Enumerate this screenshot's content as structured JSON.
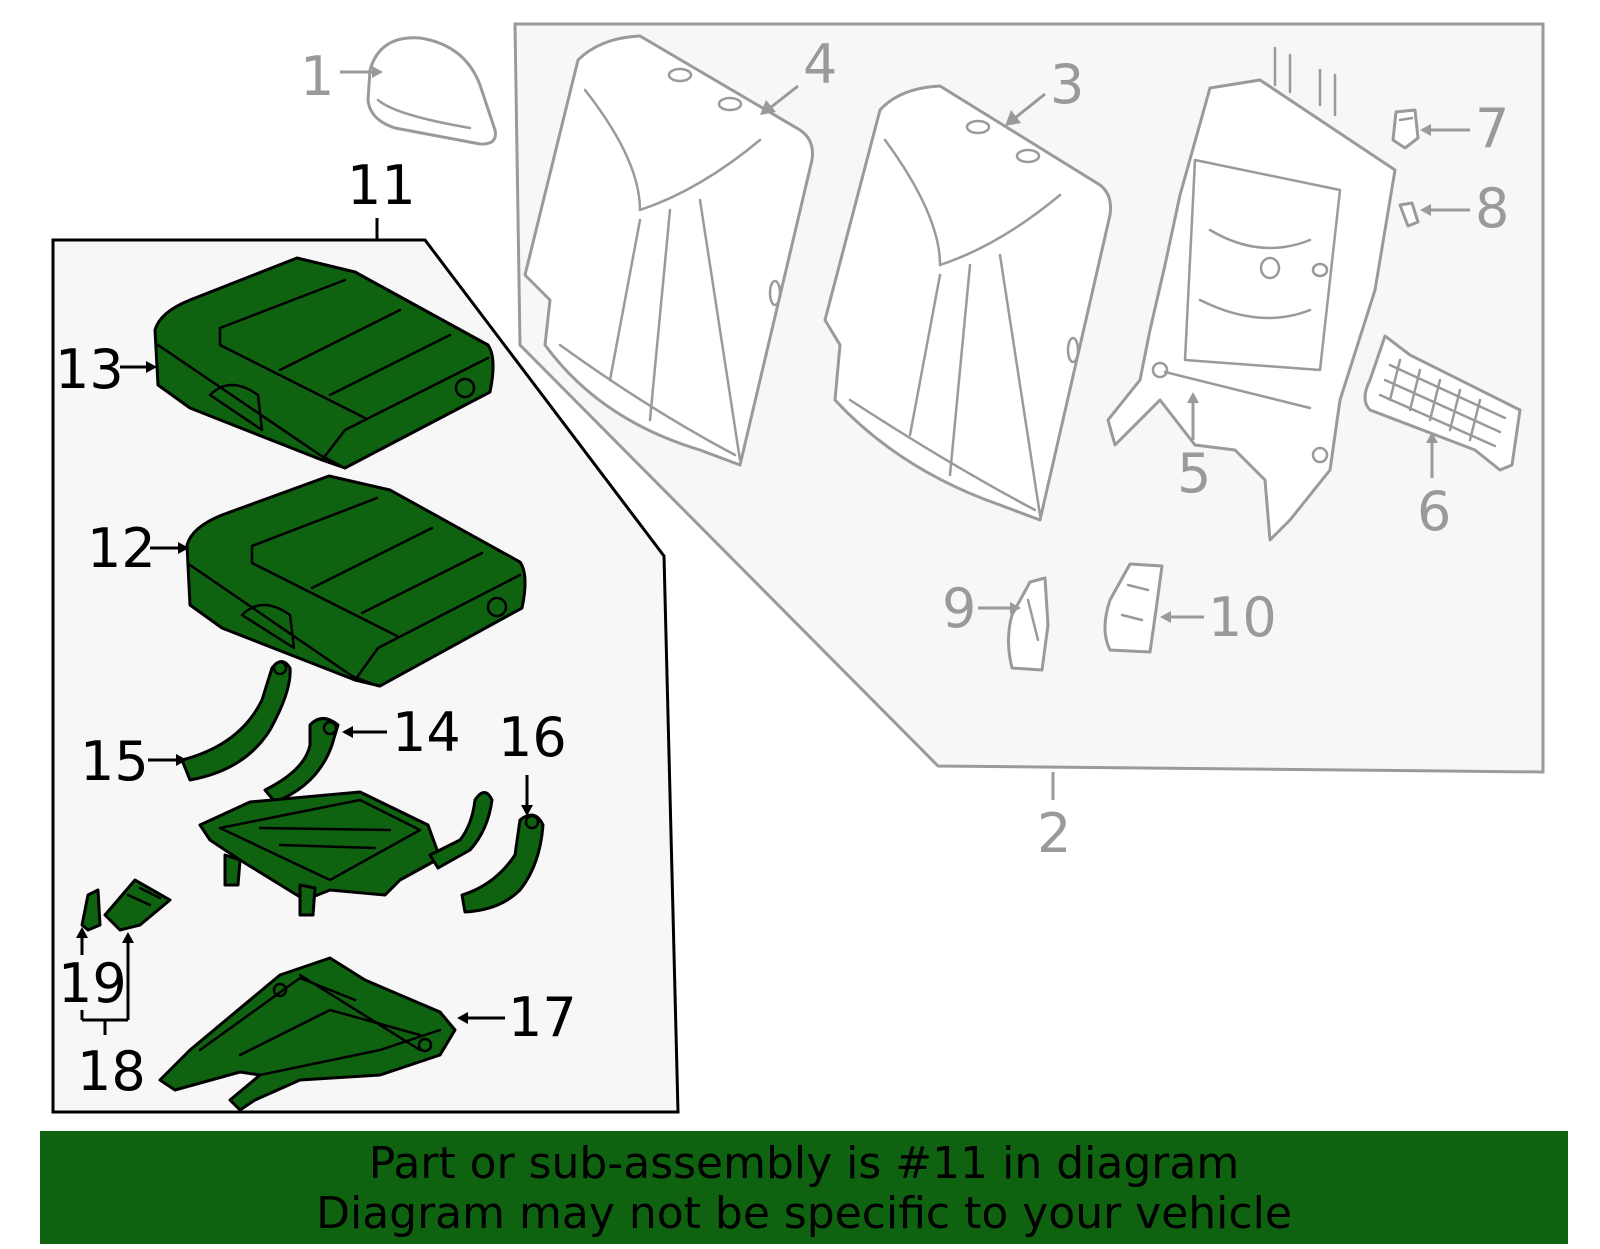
{
  "callouts": {
    "n1": "1",
    "n2": "2",
    "n3": "3",
    "n4": "4",
    "n5": "5",
    "n6": "6",
    "n7": "7",
    "n8": "8",
    "n9": "9",
    "n10": "10",
    "n11": "11",
    "n12": "12",
    "n13": "13",
    "n14": "14",
    "n15": "15",
    "n16": "16",
    "n17": "17",
    "n18": "18",
    "n19": "19"
  },
  "banner": {
    "line1": "Part or sub-assembly is #11 in diagram",
    "line2": "Diagram may not be specific to your vehicle"
  },
  "colors": {
    "highlight_green": "#0f620f",
    "outline_gray": "#9a9a9a",
    "panel_fill": "#f7f7f7"
  }
}
